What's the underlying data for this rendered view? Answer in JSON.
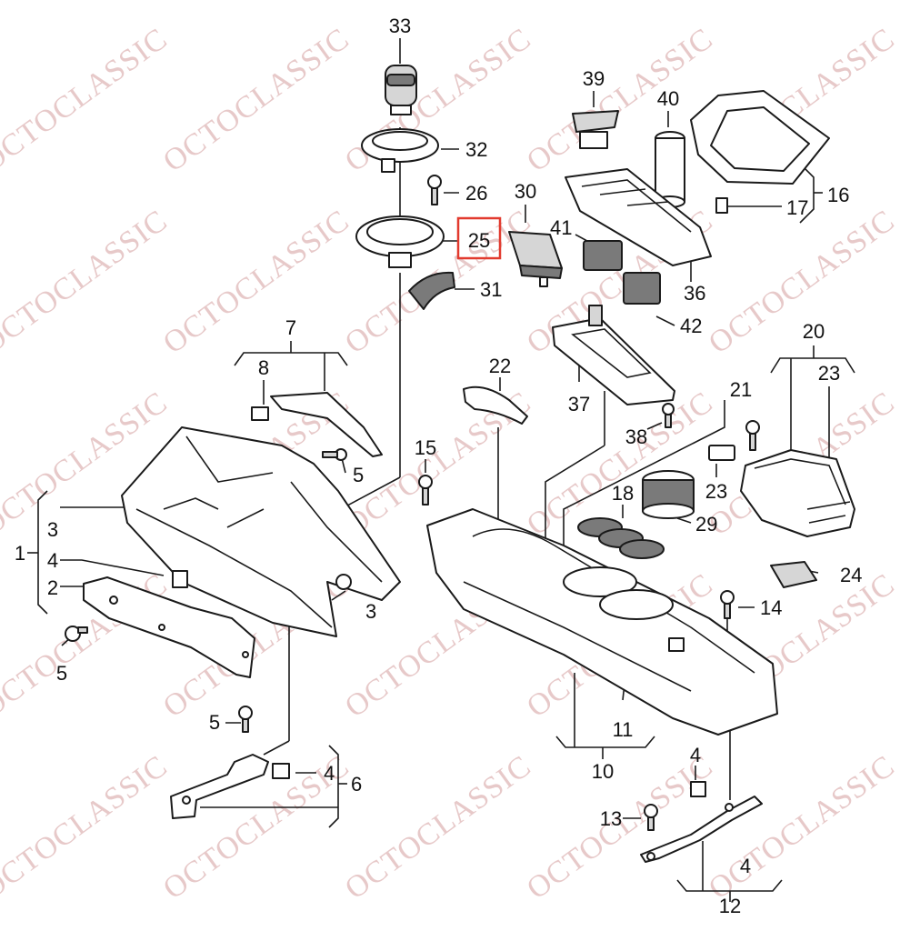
{
  "watermark": "OCTOCLASSIC",
  "highlighted_callout": "25",
  "highlight_color": "#e23a2e",
  "callouts": {
    "c33": "33",
    "c32": "32",
    "c26": "26",
    "c25": "25",
    "c31": "31",
    "c30": "30",
    "c39": "39",
    "c40": "40",
    "c41": "41",
    "c36": "36",
    "c42": "42",
    "c16": "16",
    "c17": "17",
    "c7": "7",
    "c8": "8",
    "c5a": "5",
    "c22": "22",
    "c37": "37",
    "c38": "38",
    "c21": "21",
    "c20": "20",
    "c23a": "23",
    "c15": "15",
    "c18": "18",
    "c23b": "23",
    "c29": "29",
    "c1": "1",
    "c3a": "3",
    "c4a": "4",
    "c2": "2",
    "c5b": "5",
    "c3b": "3",
    "c24": "24",
    "c14": "14",
    "c5c": "5",
    "c11": "11",
    "c10": "10",
    "c4b": "4",
    "c6": "6",
    "c4c": "4",
    "c13": "13",
    "c4d": "4",
    "c12": "12"
  }
}
